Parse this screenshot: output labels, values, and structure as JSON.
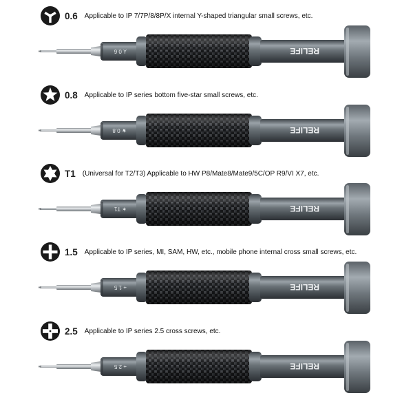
{
  "rows": [
    {
      "shape": "y-triangle",
      "size": "0.6",
      "description": "Applicable to IP 7/7P/8/8P/X internal Y-shaped triangular small screws, etc.",
      "engraving": "⅄ 0.6",
      "brand": "RELIFE"
    },
    {
      "shape": "five-star",
      "size": "0.8",
      "description": "Applicable to IP series bottom five-star small screws, etc.",
      "engraving": "★ 0.8",
      "brand": "RELIFE"
    },
    {
      "shape": "torx",
      "size": "T1",
      "description": "(Universal for T2/T3) Applicable to HW P8/Mate8/Mate9/5C/OP R9/VI X7, etc.",
      "engraving": "✶ T1",
      "brand": "RELIFE"
    },
    {
      "shape": "cross",
      "size": "1.5",
      "description": "Applicable to IP series, MI, SAM, HW, etc., mobile phone internal cross small screws, etc.",
      "engraving": "+ 1.5",
      "brand": "RELIFE"
    },
    {
      "shape": "cross-bold",
      "size": "2.5",
      "description": "Applicable to IP series 2.5 cross screws, etc.",
      "engraving": "+ 2.5",
      "brand": "RELIFE"
    }
  ],
  "colors": {
    "metal_dark": "#4b5156",
    "metal_light": "#9aa2a8",
    "carbon": "#1b1c1e",
    "bit": "#c9cdd0"
  }
}
